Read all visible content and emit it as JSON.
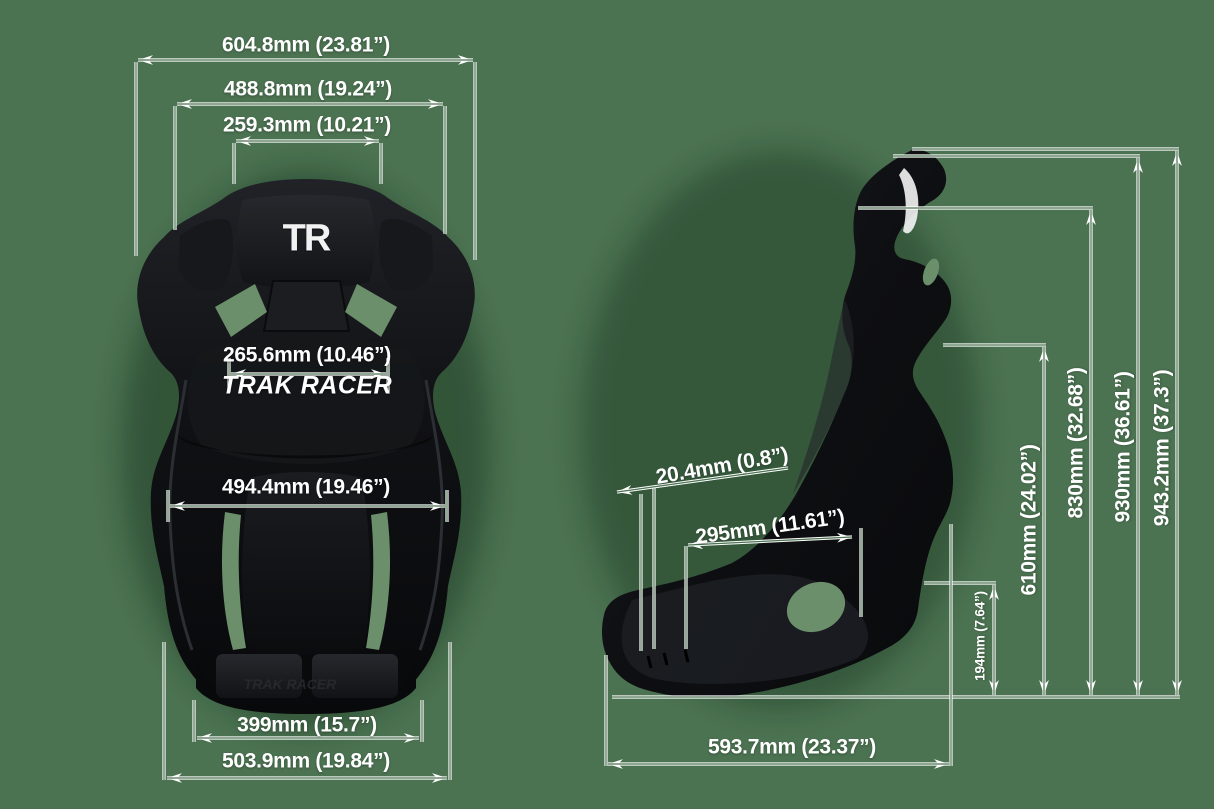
{
  "page": {
    "background_color": "#4b7251",
    "line_color": "#ffffff",
    "seat_color": "#0d0e11"
  },
  "brand": {
    "logo_short": "TR",
    "logo_full": "TRAK RACER"
  },
  "front_view": {
    "dims": {
      "overall_width": "604.8mm (23.81”)",
      "shoulder_width": "488.8mm (19.24”)",
      "headrest_width": "259.3mm (10.21”)",
      "headrest_inner_width": "265.6mm (10.46”)",
      "seat_width": "494.4mm (19.46”)",
      "base_inner_width": "399mm (15.7”)",
      "base_width": "503.9mm (19.84”)"
    }
  },
  "side_view": {
    "dims": {
      "shell_thickness": "20.4mm (0.8”)",
      "seat_depth": "295mm (11.61”)",
      "front_lip_height": "194mm (7.64”)",
      "hip_height": "610mm (24.02”)",
      "shoulder_height": "830mm (32.68”)",
      "headrest_height": "930mm (36.61”)",
      "overall_height": "943.2mm (37.3”)",
      "base_depth": "593.7mm (23.37”)"
    }
  }
}
